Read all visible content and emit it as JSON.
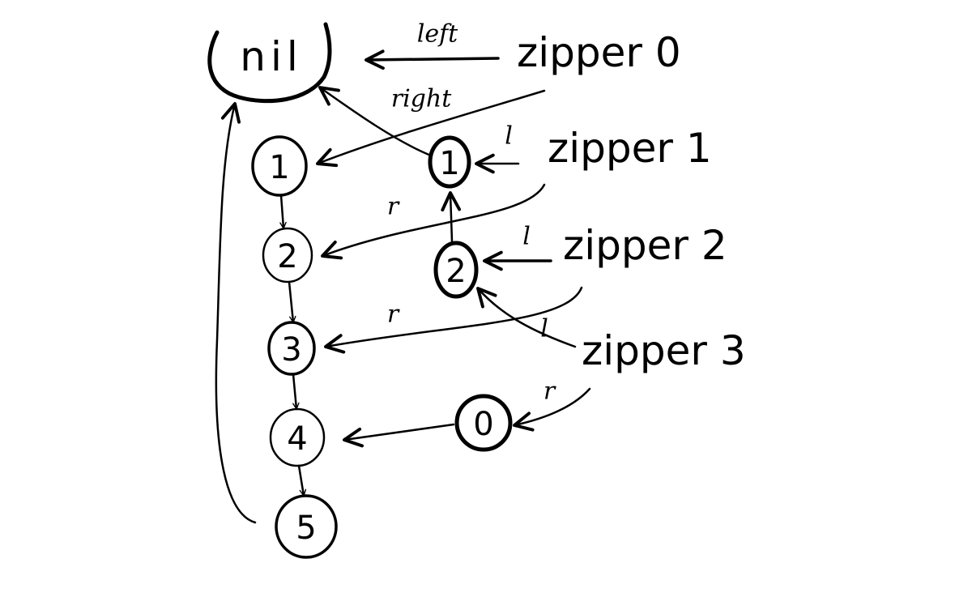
{
  "nil": {
    "label": "nil"
  },
  "nodes": {
    "list_1": "1",
    "list_2": "2",
    "list_3": "3",
    "list_4": "4",
    "list_5": "5",
    "stack_1": "1",
    "stack_2": "2",
    "stack_0": "0"
  },
  "zippers": {
    "zipper0": "zipper 0",
    "zipper1": "zipper 1",
    "zipper2": "zipper 2",
    "zipper3": "zipper 3"
  },
  "edge_labels": {
    "left": "left",
    "right": "right",
    "l_zipper1": "l",
    "r_zipper1": "r",
    "l_zipper2": "l",
    "r_zipper2": "r",
    "l_zipper3": "l",
    "r_zipper3": "r"
  }
}
